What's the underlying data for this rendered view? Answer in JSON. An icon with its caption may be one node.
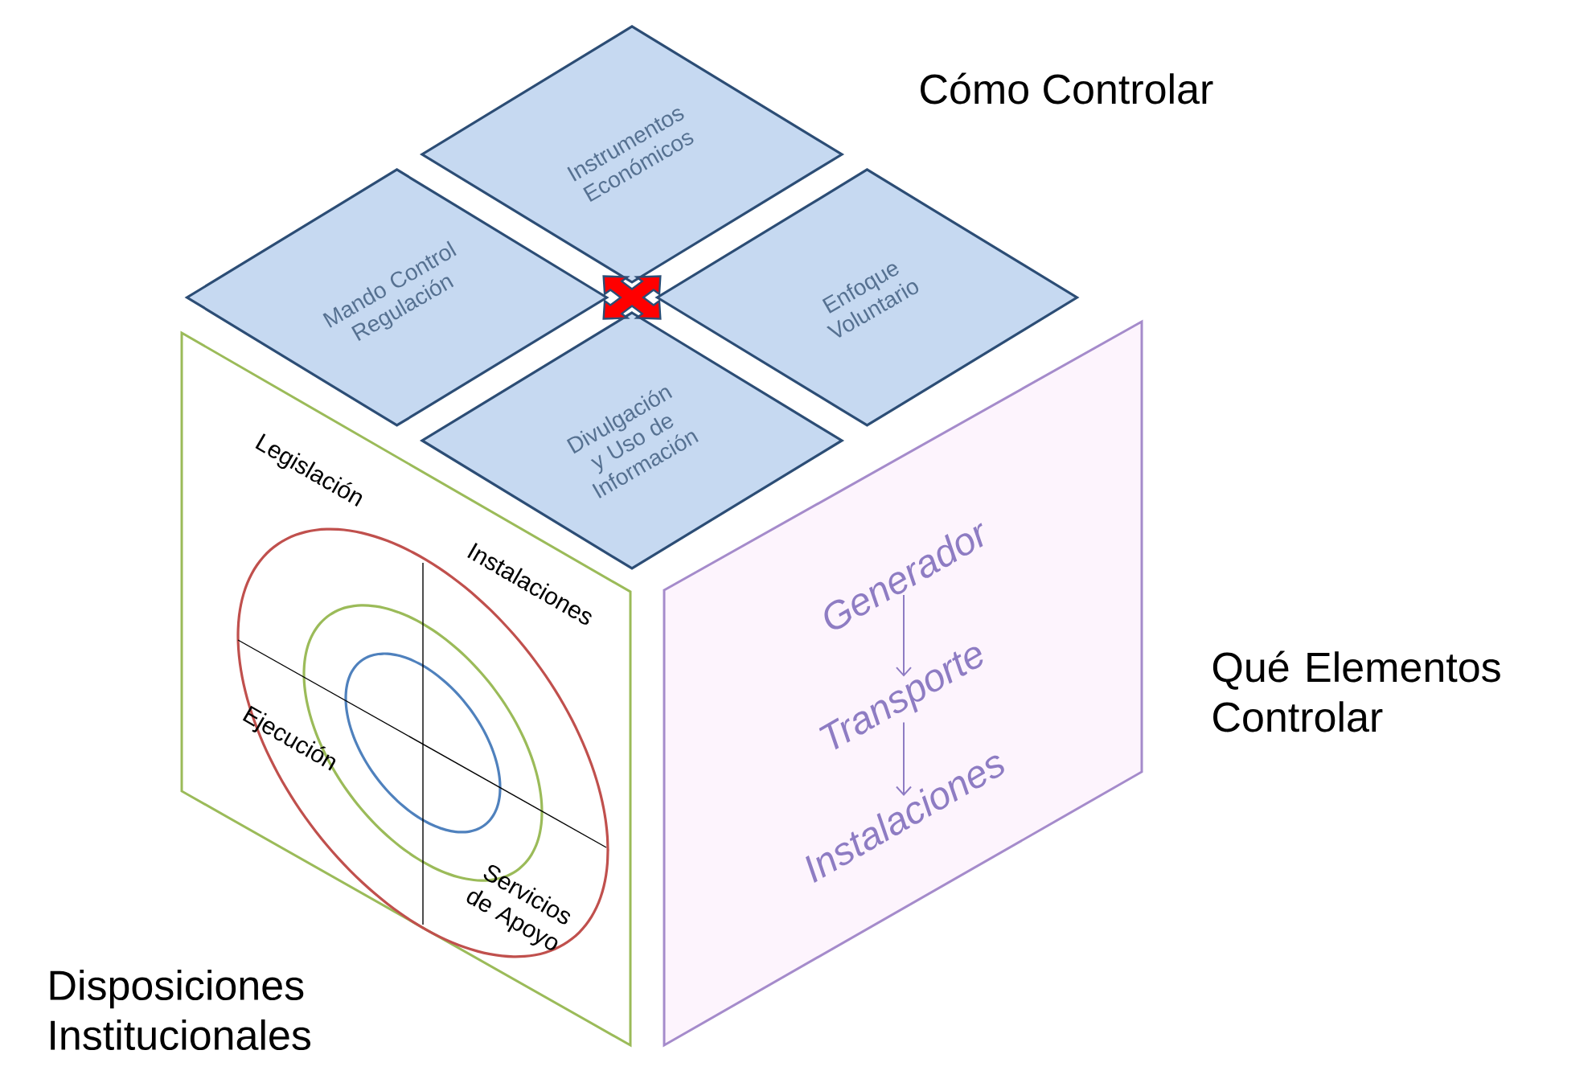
{
  "diagram": {
    "nodes": [
      {
        "text": [
          "Mando Control Regulación"
        ]
      },
      {
        "text": [
          "Instrumentos Económicos"
        ]
      },
      {
        "text": [
          "Enfoque Voluntario"
        ]
      },
      {
        "text": [
          "Divulgación y Uso de Información"
        ]
      },
      {
        "text": [
          "Legislación",
          "Instalaciones",
          "Ejecución",
          "Servicios de Apoyo"
        ]
      },
      {
        "text": [],
        "shape": "box"
      },
      {
        "text": [
          "Generador"
        ],
        "in": 5
      },
      {
        "text": [
          "Transporte"
        ],
        "in": 5
      },
      {
        "text": [
          "Instalaciones"
        ],
        "in": 5
      }
    ],
    "edges": [
      {
        "from": 6,
        "to": 7,
        "arrow": "to"
      },
      {
        "from": 7,
        "to": 8,
        "arrow": "to"
      }
    ],
    "labels": [
      "Cómo Controlar",
      "Qué Elementos Controlar",
      "Disposiciones Institucionales"
    ]
  }
}
